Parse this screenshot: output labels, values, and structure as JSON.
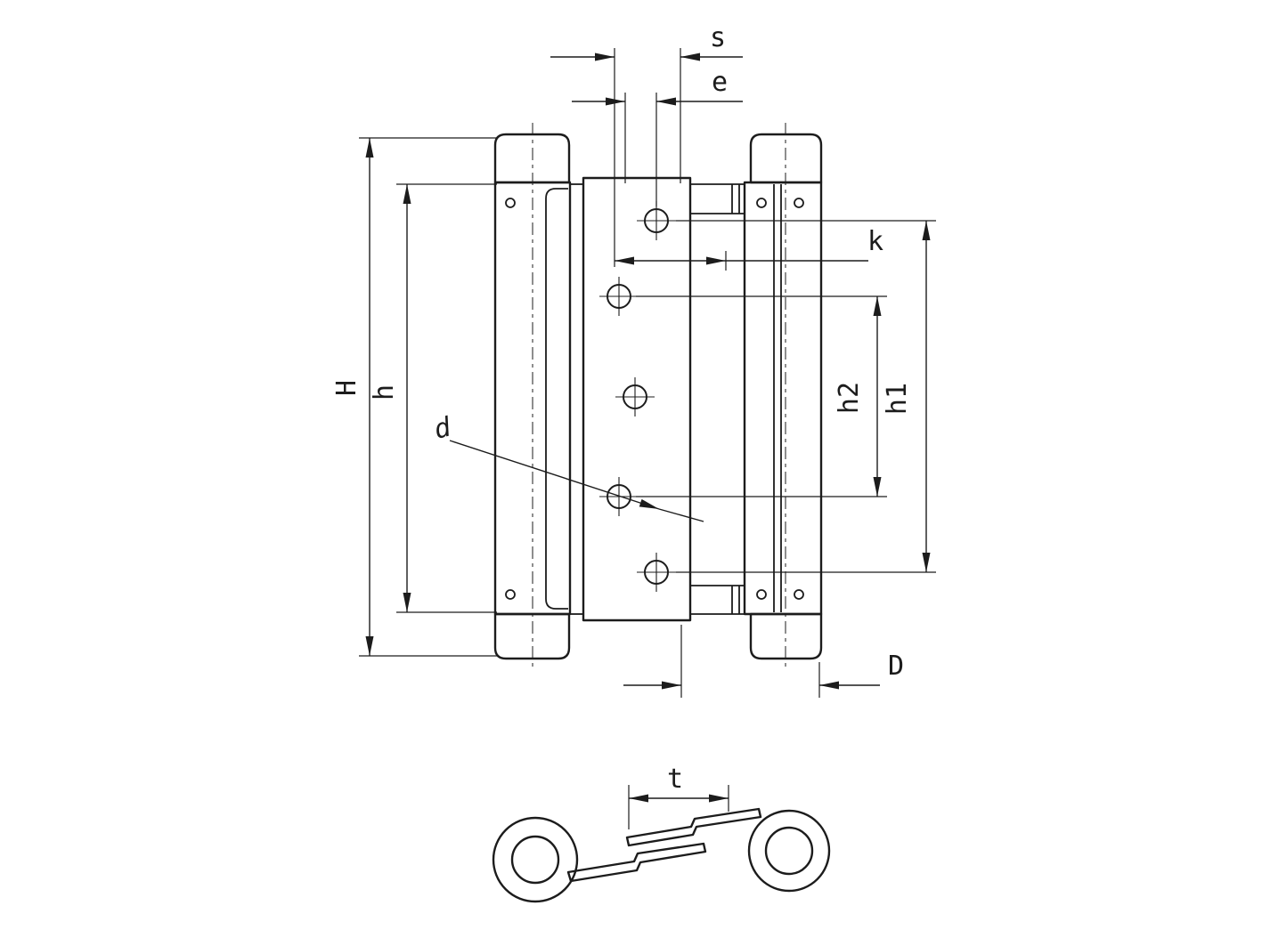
{
  "labels": {
    "s": "s",
    "e": "e",
    "k": "k",
    "H": "H",
    "h": "h",
    "h2": "h2",
    "h1": "h1",
    "d": "d",
    "D": "D",
    "t": "t"
  },
  "colors": {
    "line": "#1c1c1c",
    "background": "#ffffff"
  }
}
